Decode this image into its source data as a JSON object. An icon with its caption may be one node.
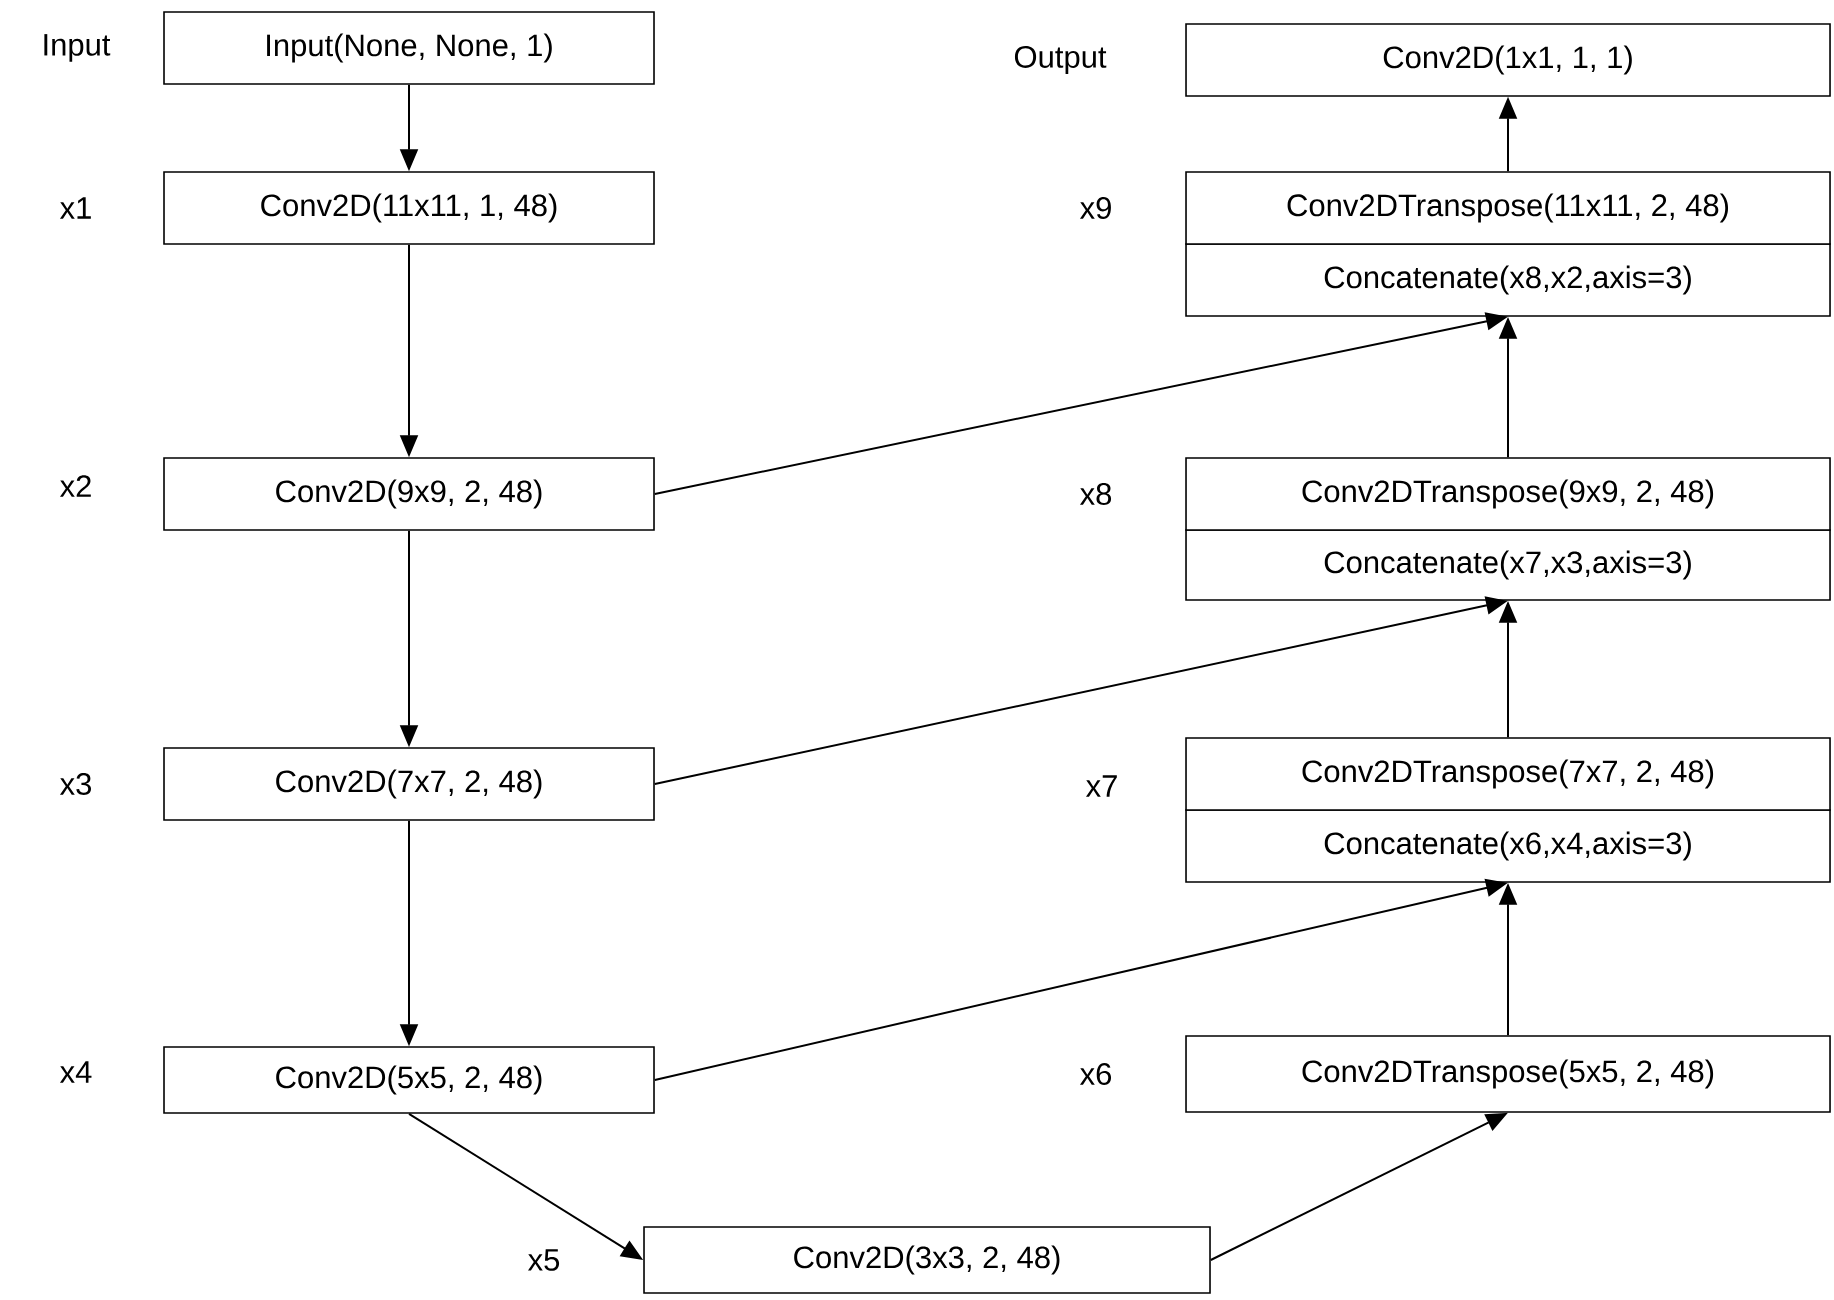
{
  "diagram": {
    "nodes": [
      {
        "text": [
          "Input(None, None, 1)"
        ],
        "beside": [
          "Input"
        ]
      },
      {
        "text": [
          "Conv2D(11x11, 1, 48)"
        ],
        "beside": [
          "x1"
        ]
      },
      {
        "text": [
          "Conv2D(9x9, 2, 48)"
        ],
        "beside": [
          "x2"
        ]
      },
      {
        "text": [
          "Conv2D(7x7, 2, 48)"
        ],
        "beside": [
          "x3"
        ]
      },
      {
        "text": [
          "Conv2D(5x5, 2, 48)"
        ],
        "beside": [
          "x4"
        ]
      },
      {
        "text": [
          "Conv2D(3x3, 2, 48)"
        ],
        "beside": [
          "x5"
        ]
      },
      {
        "text": [
          "Conv2DTranspose(5x5, 2, 48)"
        ],
        "beside": [
          "x6"
        ]
      },
      {
        "text": [
          "Concatenate(x6,x4,axis=3)"
        ]
      },
      {
        "text": [
          "Conv2DTranspose(7x7, 2, 48)"
        ],
        "beside": [
          "x7"
        ]
      },
      {
        "text": [
          "Concatenate(x7,x3,axis=3)"
        ]
      },
      {
        "text": [
          "Conv2DTranspose(9x9, 2, 48)"
        ],
        "beside": [
          "x8"
        ]
      },
      {
        "text": [
          "Concatenate(x8,x2,axis=3)"
        ]
      },
      {
        "text": [
          "Conv2DTranspose(11x11, 2, 48)"
        ],
        "beside": [
          "x9"
        ]
      },
      {
        "text": [
          "Conv2D(1x1, 1, 1)"
        ],
        "beside": [
          "Output"
        ]
      }
    ],
    "edges": [
      {
        "from": 0,
        "to": 1,
        "arrow": "to"
      },
      {
        "from": 1,
        "to": 2,
        "arrow": "to"
      },
      {
        "from": 2,
        "to": 3,
        "arrow": "to"
      },
      {
        "from": 3,
        "to": 4,
        "arrow": "to"
      },
      {
        "from": 4,
        "to": 5,
        "arrow": "to"
      },
      {
        "from": 5,
        "to": 6,
        "arrow": "to"
      },
      {
        "from": 6,
        "to": 7,
        "arrow": "to"
      },
      {
        "from": 4,
        "to": 7,
        "arrow": "to"
      },
      {
        "from": 8,
        "to": 9,
        "arrow": "to"
      },
      {
        "from": 3,
        "to": 9,
        "arrow": "to"
      },
      {
        "from": 10,
        "to": 11,
        "arrow": "to"
      },
      {
        "from": 2,
        "to": 11,
        "arrow": "to"
      },
      {
        "from": 12,
        "to": 13,
        "arrow": "to"
      }
    ]
  }
}
